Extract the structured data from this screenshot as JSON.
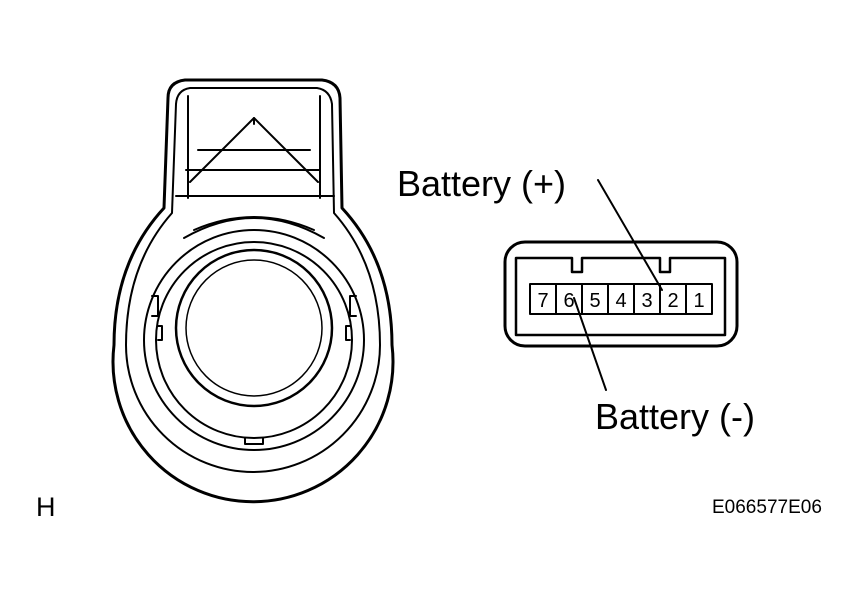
{
  "labels": {
    "battery_plus": "Battery (+)",
    "battery_minus": "Battery (-)",
    "view_letter": "H",
    "figure_code": "E066577E06"
  },
  "connector": {
    "pins": [
      "7",
      "6",
      "5",
      "4",
      "3",
      "2",
      "1"
    ]
  }
}
